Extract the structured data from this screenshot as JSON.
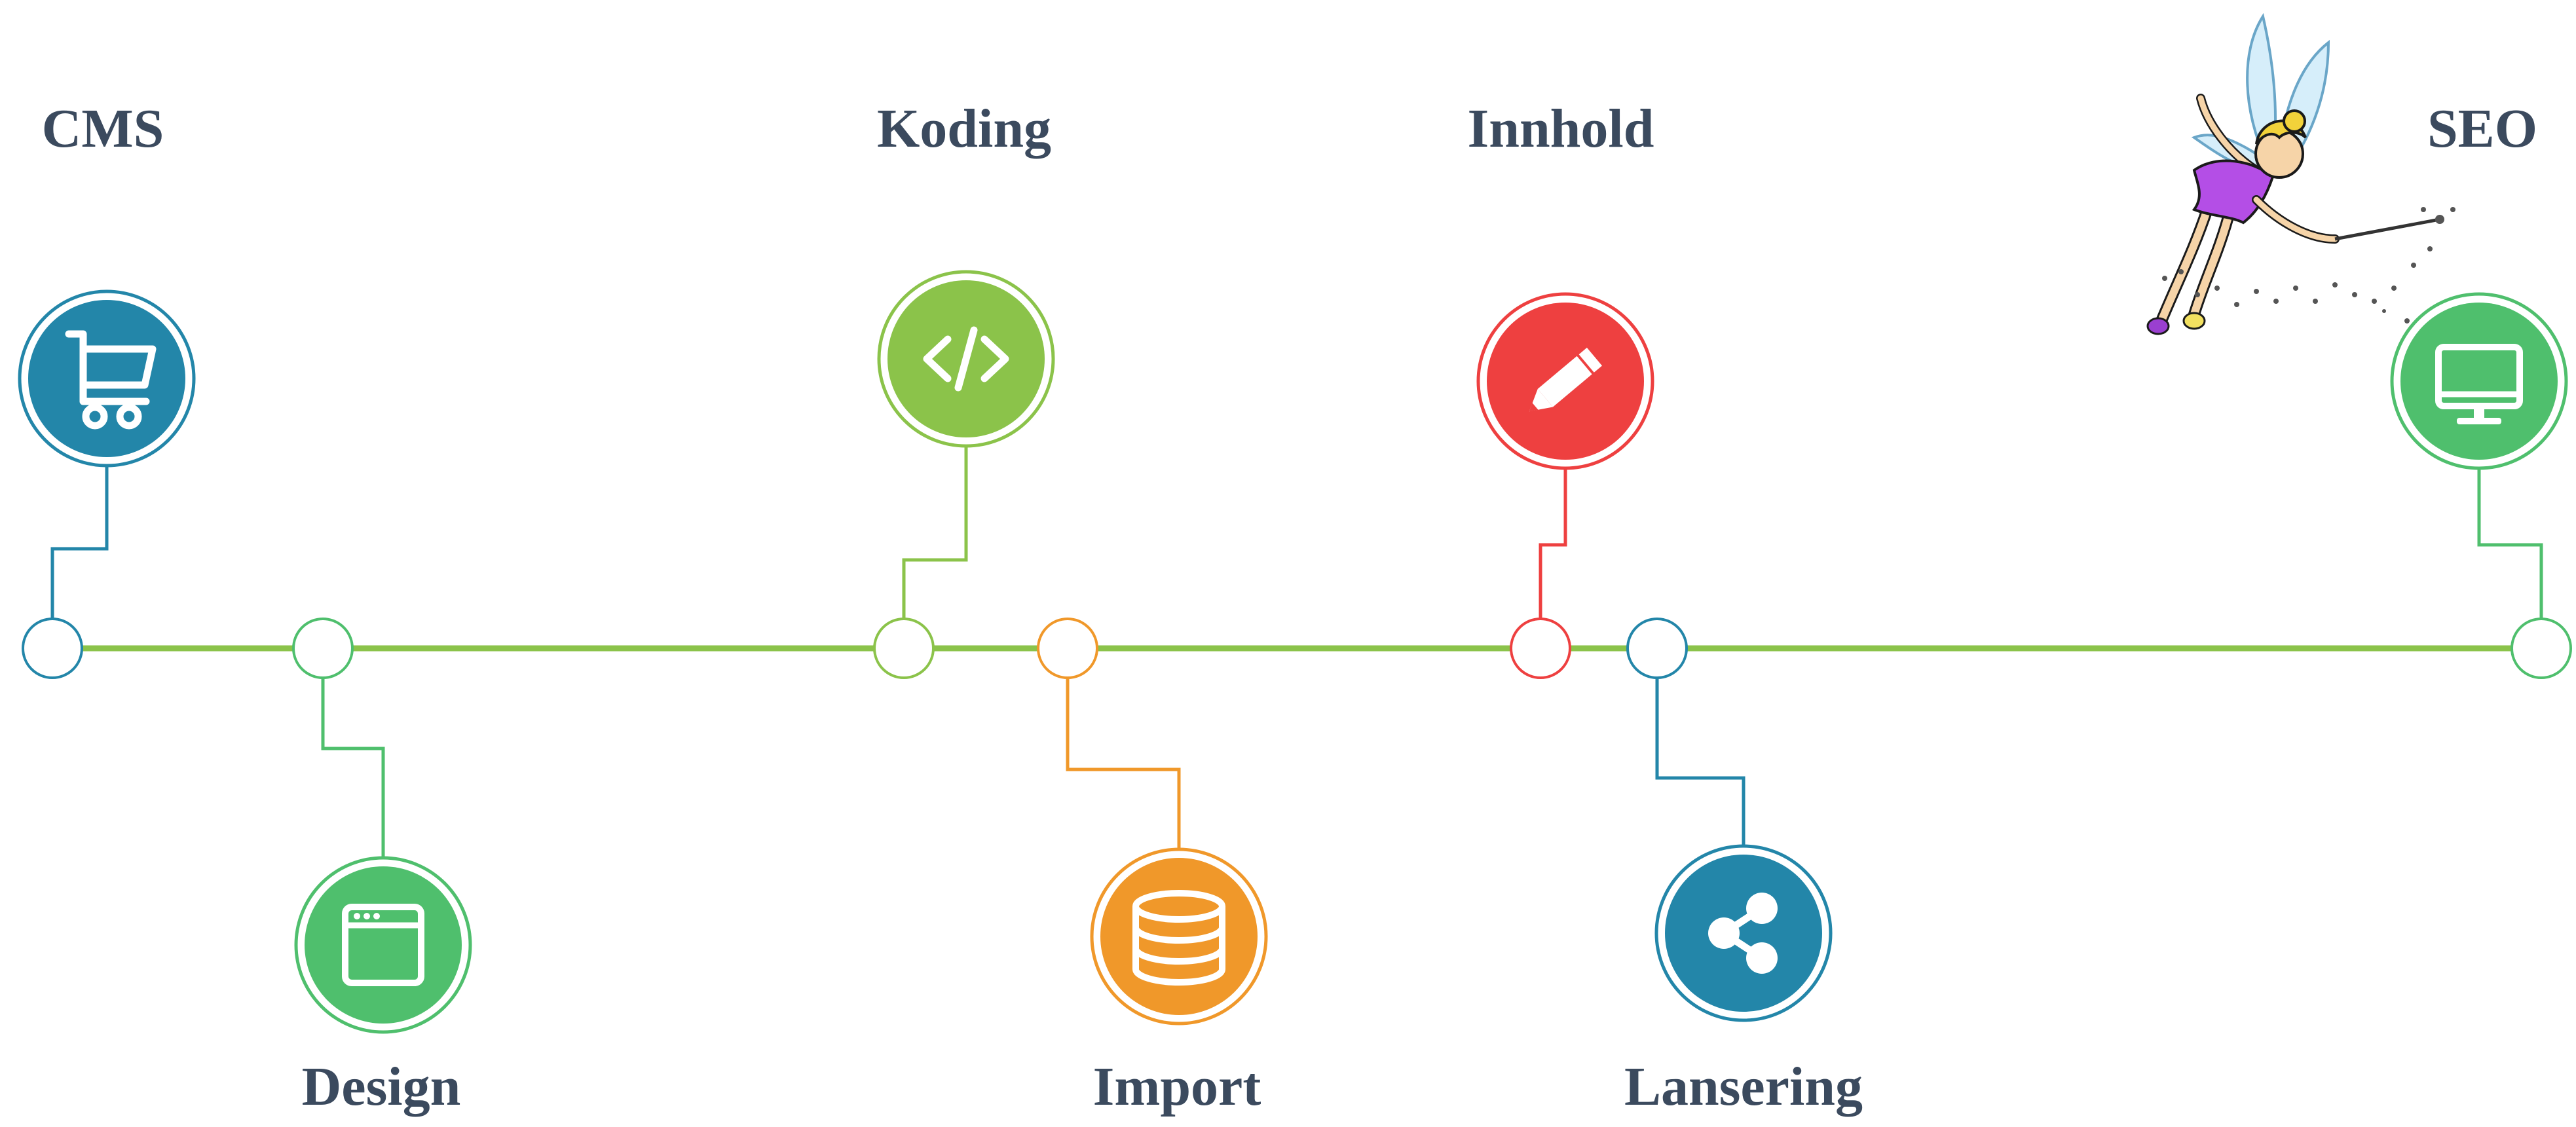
{
  "timeline": {
    "line_color": "#8bc34a",
    "steps": [
      {
        "id": "cms",
        "label": "CMS",
        "color": "#2386a9",
        "icon": "cart-icon"
      },
      {
        "id": "design",
        "label": "Design",
        "color": "#4fbf6d",
        "icon": "browser-window-icon"
      },
      {
        "id": "koding",
        "label": "Koding",
        "color": "#8bc34a",
        "icon": "code-icon"
      },
      {
        "id": "import",
        "label": "Import",
        "color": "#f0982a",
        "icon": "database-icon"
      },
      {
        "id": "innhold",
        "label": "Innhold",
        "color": "#ee4040",
        "icon": "pencil-icon"
      },
      {
        "id": "lansering",
        "label": "Lansering",
        "color": "#2386a9",
        "icon": "share-icon"
      },
      {
        "id": "seo",
        "label": "SEO",
        "color": "#4fbf6d",
        "icon": "monitor-icon"
      }
    ]
  },
  "decoration": {
    "icon": "fairy-illustration"
  }
}
